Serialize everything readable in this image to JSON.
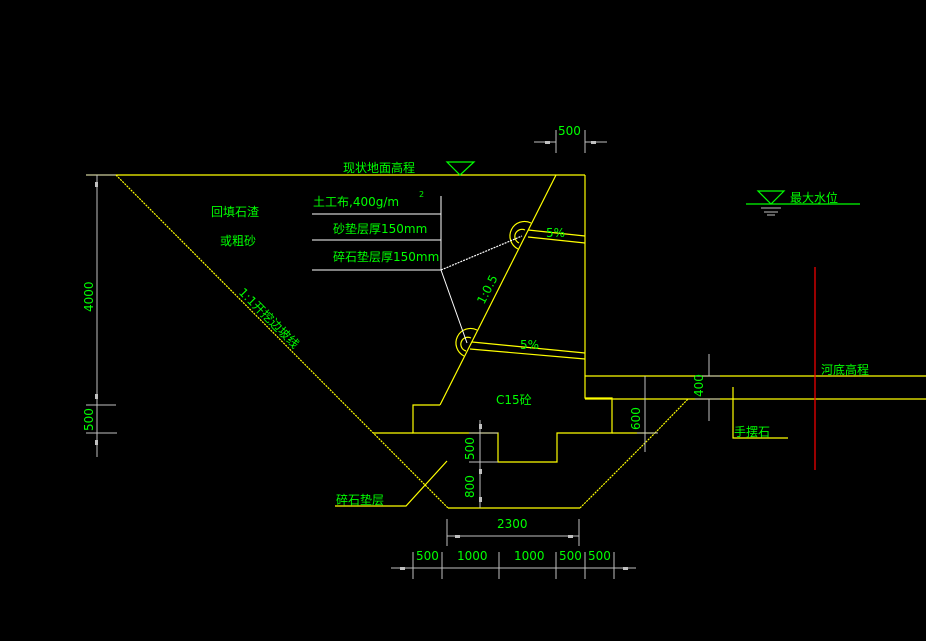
{
  "drawing": {
    "colors": {
      "background": "#000000",
      "structure": "#ffff00",
      "text": "#00ff00",
      "dimension": "#c0c0c0",
      "leader": "#ffffff",
      "axis": "#ff0000"
    },
    "labels": {
      "ground_level": "现状地面高程",
      "max_water_level": "最大水位",
      "riverbed_level": "河底高程",
      "backfill_line1": "回填石渣",
      "backfill_line2": "或粗砂",
      "excavation_slope": "1:1开挖边坡线",
      "geotextile": "土工布,400g/m",
      "geotextile_sup": "2",
      "sand_layer": "砂垫层厚150mm",
      "gravel_layer": "碎石垫层厚150mm",
      "wall_slope": "1:0.5",
      "drain_slope_upper": "5%",
      "drain_slope_lower": "5%",
      "concrete": "C15砼",
      "gravel_cushion": "碎石垫层",
      "riprap": "手摆石"
    },
    "dimensions": {
      "top_offset": "500",
      "wall_height": "4000",
      "foundation_depth": "500",
      "step_height": "500",
      "base_height": "800",
      "base_width": "2300",
      "toe_height": "600",
      "riprap_thickness": "400",
      "bottom_chain": [
        "500",
        "1000",
        "1000",
        "500",
        "500"
      ]
    }
  }
}
